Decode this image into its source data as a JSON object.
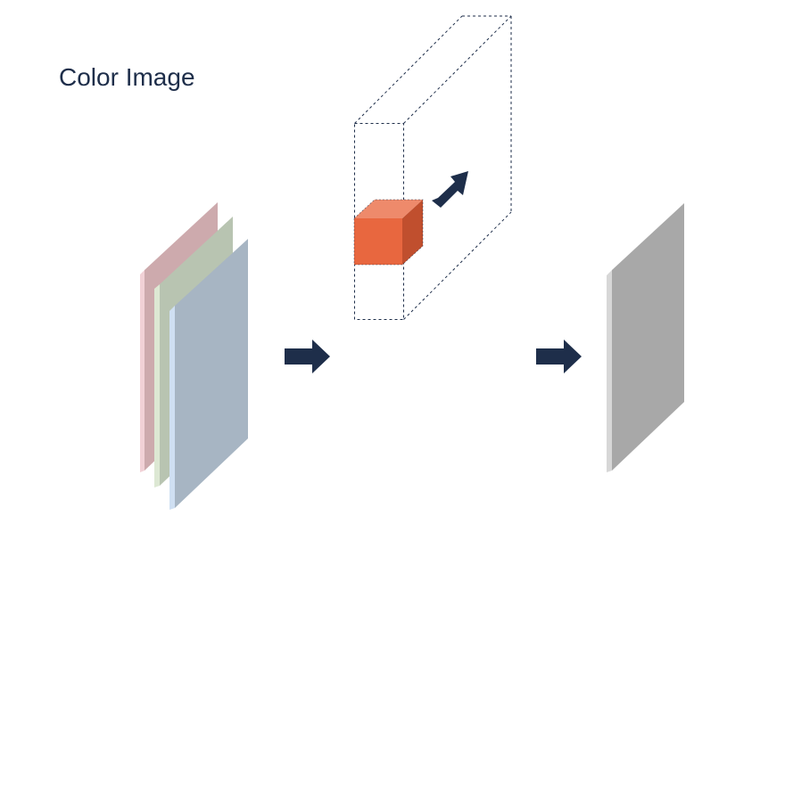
{
  "diagram": {
    "title": "Color Image",
    "colors": {
      "title_text": "#1e2e4a",
      "arrow": "#1e2e4a",
      "channel_red": "#cdaaad",
      "channel_red_edge": "#f1d1d6",
      "channel_green": "#b8c4b1",
      "channel_green_edge": "#dde8d3",
      "channel_blue": "#a7b5c3",
      "channel_blue_edge": "#cfdff2",
      "kernel_front": "#e8673f",
      "kernel_top": "#ee8a6b",
      "kernel_side": "#c04f2e",
      "kernel_outline": "#1e2e4a",
      "output_plane": "#a8a8a8",
      "output_plane_edge": "#d7d7d7"
    },
    "icons": {
      "input": "rgb-channel-stack",
      "operation": "convolution-kernel-cube",
      "output": "grayscale-plane",
      "arrows": "right-arrow-icon"
    }
  }
}
